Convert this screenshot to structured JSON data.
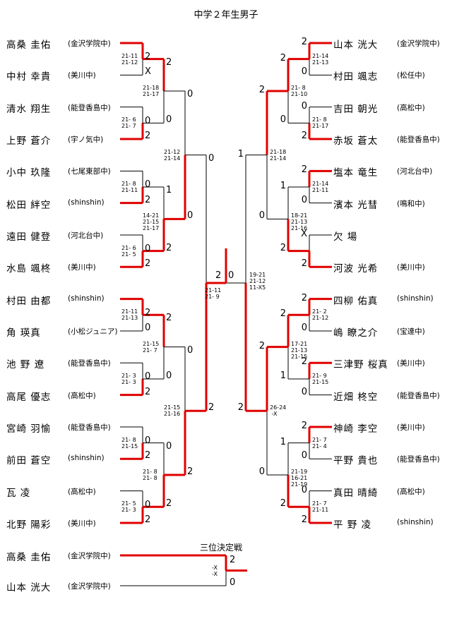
{
  "title": "中学２年生男子",
  "third_place_label": "三位決定戦",
  "colors": {
    "winner_line": "#e00000",
    "line": "#000000"
  },
  "left_players": [
    {
      "name": "高桑 圭佑",
      "team": "(金沢学院中)"
    },
    {
      "name": "中村 幸貴",
      "team": "(美川中)"
    },
    {
      "name": "清水 翔生",
      "team": "(能登香島中)"
    },
    {
      "name": "上野 蒼介",
      "team": "(宇ノ気中)"
    },
    {
      "name": "小中 玖隆",
      "team": "(七尾東部中)"
    },
    {
      "name": "松田 絆空",
      "team": "(shinshin)"
    },
    {
      "name": "遠田 健登",
      "team": "(河北台中)"
    },
    {
      "name": "水島 颯柊",
      "team": "(美川中)"
    },
    {
      "name": "村田 由都",
      "team": "(shinshin)"
    },
    {
      "name": "角  瑛真",
      "team": "(小松ジュニア)"
    },
    {
      "name": "池 野  遼",
      "team": "(能登香島中)"
    },
    {
      "name": "高尾 優志",
      "team": "(高松中)"
    },
    {
      "name": "宮崎 羽愉",
      "team": "(能登香島中)"
    },
    {
      "name": "前田 蒼空",
      "team": "(shinshin)"
    },
    {
      "name": "瓦   凌",
      "team": "(高松中)"
    },
    {
      "name": "北野 陽彩",
      "team": "(美川中)"
    }
  ],
  "right_players": [
    {
      "name": "山本 洸大",
      "team": "(金沢学院中)"
    },
    {
      "name": "村田 颯志",
      "team": "(松任中)"
    },
    {
      "name": "吉田 朝光",
      "team": "(高松中)"
    },
    {
      "name": "赤坂 蒼太",
      "team": "(能登香島中)"
    },
    {
      "name": "塩本 竜生",
      "team": "(河北台中)"
    },
    {
      "name": "濱本 光彗",
      "team": "(鳴和中)"
    },
    {
      "name": "欠   場",
      "team": ""
    },
    {
      "name": "河波 光希",
      "team": "(美川中)"
    },
    {
      "name": "四柳 佑真",
      "team": "(shinshin)"
    },
    {
      "name": "嶋 瞭之介",
      "team": "(宝達中)"
    },
    {
      "name": "三津野 桜真",
      "team": "(美川中)"
    },
    {
      "name": "近畑 柊空",
      "team": "(能登香島中)"
    },
    {
      "name": "神崎 李空",
      "team": "(美川中)"
    },
    {
      "name": "平野 貴也",
      "team": "(能登香島中)"
    },
    {
      "name": "真田 晴綺",
      "team": "(高松中)"
    },
    {
      "name": "平 野  凌",
      "team": "(shinshin)"
    }
  ],
  "left_r1": [
    {
      "top": "2",
      "bottom": "X",
      "games": "21-11\n21-12",
      "winner": "top"
    },
    {
      "top": "0",
      "bottom": "2",
      "games": "21- 6\n21- 7",
      "winner": "bottom"
    },
    {
      "top": "0",
      "bottom": "2",
      "games": "21- 8\n21-11",
      "winner": "bottom"
    },
    {
      "top": "0",
      "bottom": "2",
      "games": "21- 6\n21- 5",
      "winner": "bottom"
    },
    {
      "top": "2",
      "bottom": "0",
      "games": "21-11\n21-13",
      "winner": "top"
    },
    {
      "top": "0",
      "bottom": "2",
      "games": "21- 3\n21- 3",
      "winner": "bottom"
    },
    {
      "top": "0",
      "bottom": "2",
      "games": "21- 8\n21-15",
      "winner": "bottom"
    },
    {
      "top": "0",
      "bottom": "2",
      "games": "21- 5\n21- 3",
      "winner": "bottom"
    }
  ],
  "left_r2": [
    {
      "top": "2",
      "bottom": "0",
      "games": "21-18\n21-17",
      "winner": "top"
    },
    {
      "top": "1",
      "bottom": "2",
      "games": "14-21\n21-15\n21-17",
      "winner": "bottom"
    },
    {
      "top": "2",
      "bottom": "0",
      "games": "21-15\n21- 7",
      "winner": "top"
    },
    {
      "top": "0",
      "bottom": "2",
      "games": "21- 8\n21- 8",
      "winner": "bottom"
    }
  ],
  "left_r3": [
    {
      "top": "0",
      "bottom": "0",
      "games": "21-12\n21-14",
      "winner": "bottom"
    },
    {
      "top": "0",
      "bottom": "2",
      "games": "21-15\n21-16",
      "winner": "bottom"
    }
  ],
  "right_r1": [
    {
      "top": "2",
      "bottom": "0",
      "games": "21-14\n21-13",
      "winner": "top"
    },
    {
      "top": "0",
      "bottom": "2",
      "games": "21- 8\n21-17",
      "winner": "bottom"
    },
    {
      "top": "2",
      "bottom": "0",
      "games": "21-14\n21-11",
      "winner": "top"
    },
    {
      "top": "X",
      "bottom": "2",
      "games": "",
      "winner": "bottom"
    },
    {
      "top": "2",
      "bottom": "0",
      "games": "21- 2\n21-12",
      "winner": "top"
    },
    {
      "top": "2",
      "bottom": "0",
      "games": "21- 9\n21-15",
      "winner": "top"
    },
    {
      "top": "2",
      "bottom": "0",
      "games": "21- 7\n21- 4",
      "winner": "top"
    },
    {
      "top": "0",
      "bottom": "2",
      "games": "21- 7\n21-11",
      "winner": "bottom"
    }
  ],
  "right_r2": [
    {
      "top": "2",
      "bottom": "0",
      "games": "21- 8\n21-10",
      "winner": "top"
    },
    {
      "top": "1",
      "bottom": "2",
      "games": "18-21\n21-13\n21-16",
      "winner": "bottom"
    },
    {
      "top": "2",
      "bottom": "1",
      "games": "17-21\n21-13\n21-15",
      "winner": "top"
    },
    {
      "top": "1",
      "bottom": "2",
      "games": "21-19\n16-21\n21-19",
      "winner": "bottom"
    }
  ],
  "right_r3": [
    {
      "top": "2",
      "bottom": "0",
      "games": "21-18\n21-14",
      "winner": "top"
    },
    {
      "top": "2",
      "bottom": "0",
      "games": "26-24\n -X",
      "winner": "top"
    }
  ],
  "left_semi": {
    "score": "0",
    "games": ""
  },
  "left_final_score": "2",
  "right_semi": {
    "score": "1",
    "games": ""
  },
  "right_final_score": "2",
  "final": {
    "left": "2",
    "right": "0",
    "games_left": "21-11\n21- 9",
    "games_right": "19-21\n21-12\n11-X5",
    "winner": "left"
  },
  "third_place": {
    "players": [
      {
        "name": "高桑 圭佑",
        "team": "(金沢学院中)"
      },
      {
        "name": "山本 洸大",
        "team": "(金沢学院中)"
      }
    ],
    "top": "2",
    "bottom": "0",
    "games": "-X\n-X",
    "winner": "top"
  }
}
